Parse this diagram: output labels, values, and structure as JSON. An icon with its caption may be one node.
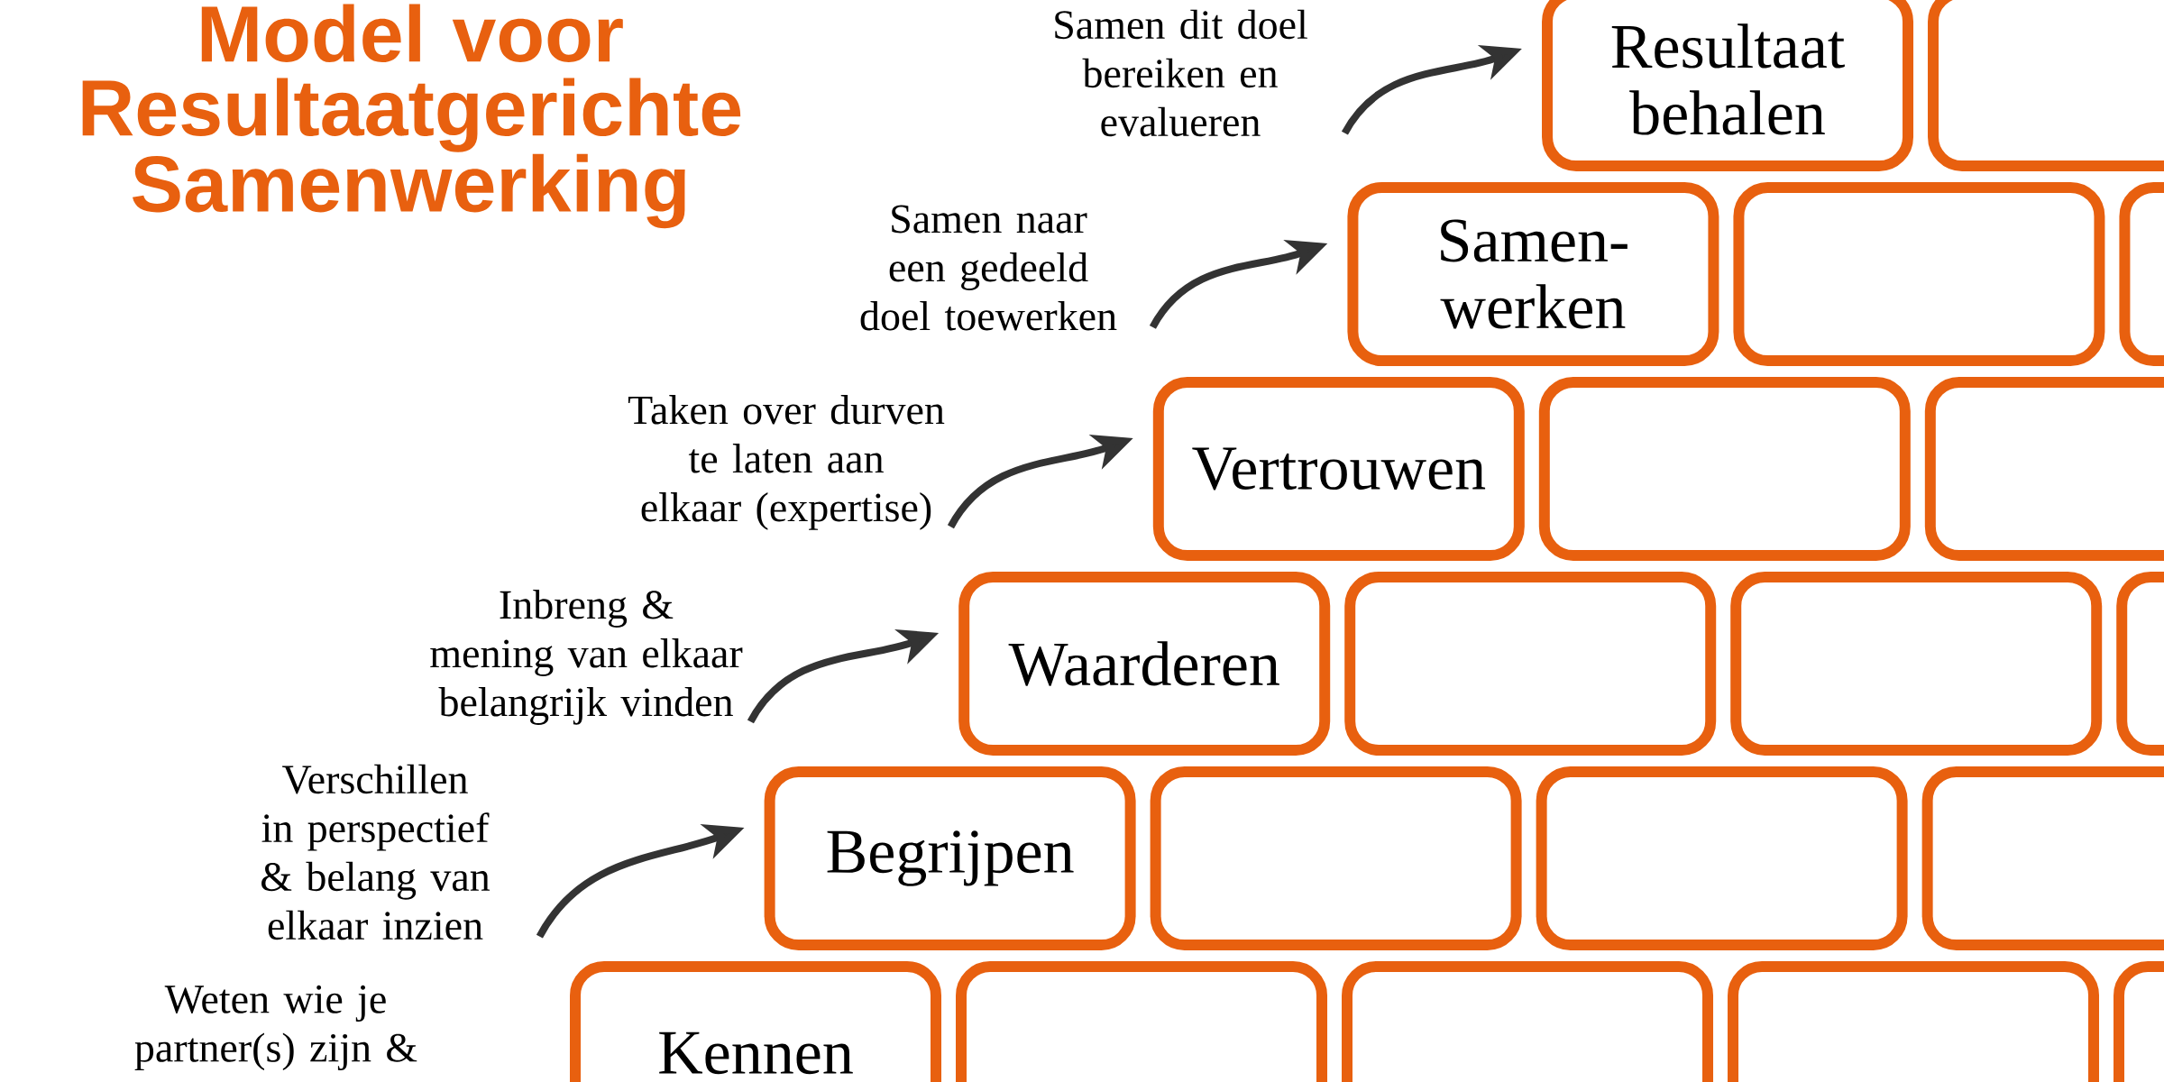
{
  "diagram": {
    "title": "Model voor Resultaatgerichte Samenwerking",
    "nodes": [
      {
        "text": [
          "Samen dit doel bereiken en evalueren"
        ]
      },
      {
        "text": [
          "Resultaat behalen"
        ]
      },
      {
        "text": [],
        "shape": "box"
      },
      {
        "text": [
          "Samen naar een gedeeld doel toewerken"
        ]
      },
      {
        "text": [
          "Samen-werken"
        ]
      },
      {
        "text": [],
        "shape": "box"
      },
      {
        "text": [],
        "shape": "box"
      },
      {
        "text": [
          "Taken over durven te laten aan elkaar (expertise)"
        ]
      },
      {
        "text": [
          "Vertrouwen"
        ]
      },
      {
        "text": [],
        "shape": "box"
      },
      {
        "text": [],
        "shape": "box"
      },
      {
        "text": [
          "Inbreng & mening van elkaar belangrijk vinden"
        ]
      },
      {
        "text": [
          "Waarderen"
        ]
      },
      {
        "text": [],
        "shape": "box"
      },
      {
        "text": [],
        "shape": "box"
      },
      {
        "text": [],
        "shape": "box"
      },
      {
        "text": [
          "Verschillen in perspectief & belang van elkaar inzien"
        ]
      },
      {
        "text": [
          "Begrijpen"
        ]
      },
      {
        "text": [],
        "shape": "box"
      },
      {
        "text": [],
        "shape": "box"
      },
      {
        "text": [],
        "shape": "box"
      },
      {
        "text": [
          "Kennen"
        ]
      },
      {
        "text": [],
        "shape": "box"
      },
      {
        "text": [],
        "shape": "box"
      },
      {
        "text": [],
        "shape": "box"
      },
      {
        "text": [],
        "shape": "box"
      }
    ],
    "edges": [
      {
        "from": 0,
        "to": 1,
        "arrow": "to"
      },
      {
        "from": 3,
        "to": 4,
        "arrow": "to"
      },
      {
        "from": 7,
        "to": 8,
        "arrow": "to"
      },
      {
        "from": 11,
        "to": 12,
        "arrow": "to"
      },
      {
        "from": 16,
        "to": 17,
        "arrow": "to"
      }
    ],
    "labels": [
      "Weten wie je partner(s) zijn &"
    ]
  }
}
